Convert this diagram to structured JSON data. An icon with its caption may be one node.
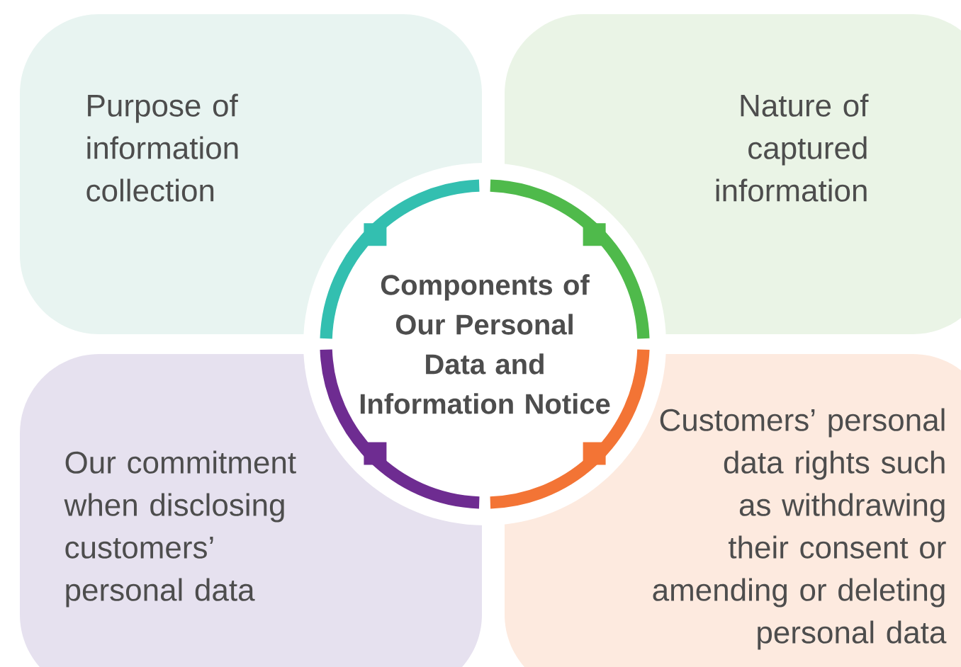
{
  "diagram": {
    "nodes": [
      {
        "text": [
          "Purpose of information collection"
        ]
      },
      {
        "text": [
          "Nature of captured information"
        ]
      },
      {
        "text": [
          "Components of Our Personal Data and Information Notice"
        ]
      },
      {
        "text": [
          "Our commitment when disclosing customers’ personal data"
        ]
      },
      {
        "text": [
          "Customers’ personal data rights such as withdrawing their consent or amending or deleting personal data"
        ]
      }
    ]
  }
}
